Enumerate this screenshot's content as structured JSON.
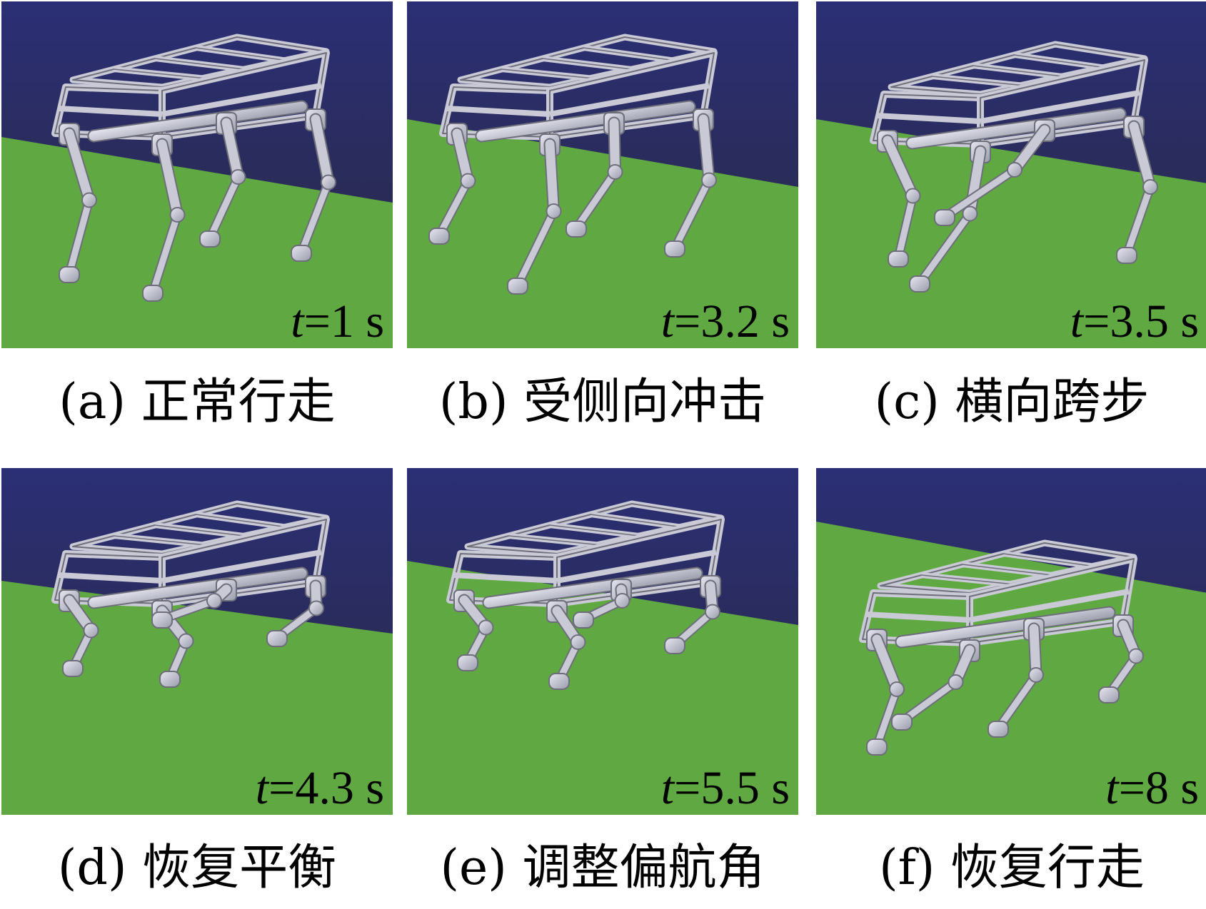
{
  "panels": [
    {
      "id": "a",
      "time_var": "t",
      "time_value": "=1 s",
      "caption": "(a) 正常行走"
    },
    {
      "id": "b",
      "time_var": "t",
      "time_value": "=3.2 s",
      "caption": "(b) 受侧向冲击"
    },
    {
      "id": "c",
      "time_var": "t",
      "time_value": "=3.5 s",
      "caption": "(c) 横向跨步"
    },
    {
      "id": "d",
      "time_var": "t",
      "time_value": "=4.3 s",
      "caption": "(d) 恢复平衡"
    },
    {
      "id": "e",
      "time_var": "t",
      "time_value": "=5.5 s",
      "caption": "(e) 调整偏航角"
    },
    {
      "id": "f",
      "time_var": "t",
      "time_value": "=8 s",
      "caption": "(f) 恢复行走"
    }
  ],
  "colors": {
    "sky_top": "#2b2f75",
    "sky_bottom": "#2a2840",
    "ground": "#5fa842",
    "robot": "#c9cad6",
    "robot_edge": "#6d6e7a"
  }
}
